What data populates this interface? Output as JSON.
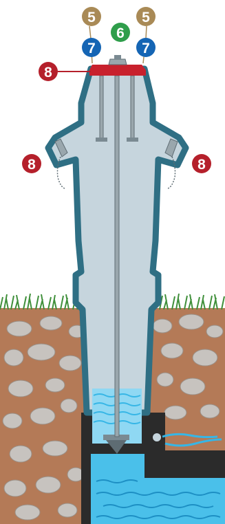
{
  "colors": {
    "badge_brown": "#a98a56",
    "badge_green": "#2f9e4b",
    "badge_blue": "#1565b4",
    "badge_red": "#b5202b",
    "hydrant_teal": "#2f6f84",
    "hydrant_fill": "#c6d5dd",
    "cap_red": "#c8212d",
    "soil": "#b47a57",
    "stone": "#c7c3bf",
    "grass": "#3f8f3a",
    "water": "#36b6e6",
    "pipe_dark": "#2b2b2b"
  },
  "badges": {
    "left_5": "5",
    "center_6": "6",
    "right_5": "5",
    "left_7": "7",
    "right_7": "7",
    "cap_8": "8",
    "outlet_left_8": "8",
    "outlet_right_8": "8"
  }
}
